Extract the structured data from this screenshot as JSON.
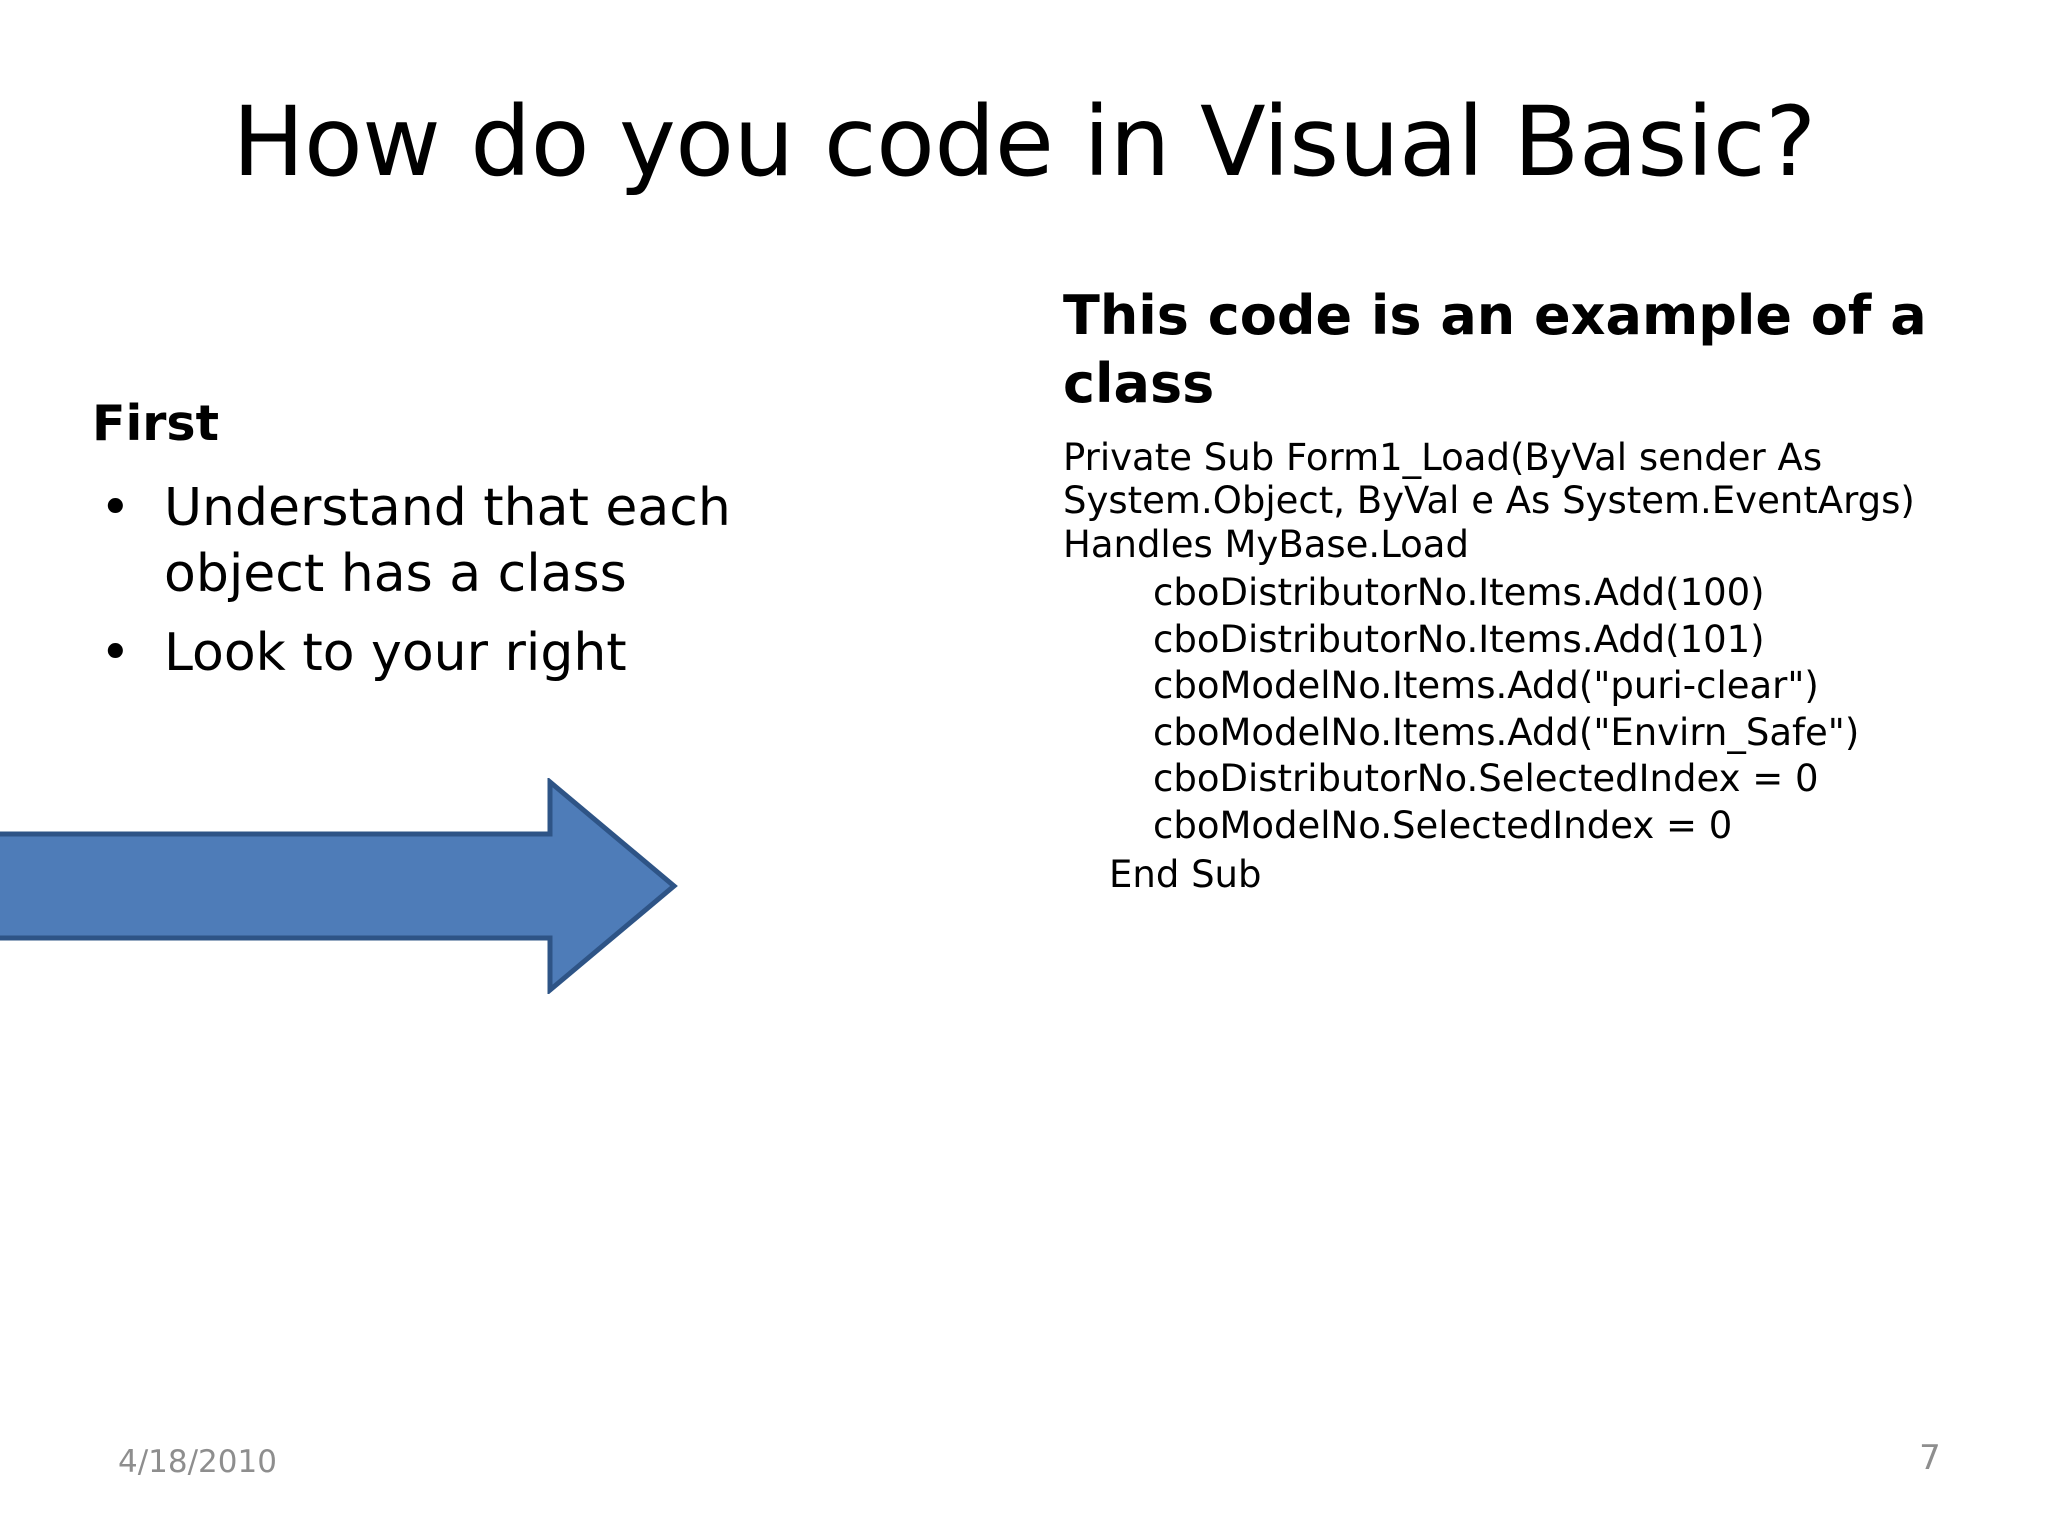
{
  "slide": {
    "title": "How do you code in Visual Basic?",
    "background_color": "#FFFFFF"
  },
  "left_column": {
    "heading": "First",
    "bullet_glyph": "•",
    "bullets": [
      "Understand that each object has a class",
      "Look to your right"
    ]
  },
  "arrow": {
    "name": "right-arrow",
    "direction": "right",
    "fill_color": "#4E7CB8",
    "border_color": "#2E5486"
  },
  "right_column": {
    "heading": "This code is an example of a class",
    "code": {
      "signature": "Private Sub Form1_Load(ByVal sender As System.Object, ByVal e As System.EventArgs) Handles MyBase.Load",
      "statements": [
        "cboDistributorNo.Items.Add(100)",
        "cboDistributorNo.Items.Add(101)",
        "cboModelNo.Items.Add(\"puri-clear\")",
        "cboModelNo.Items.Add(\"Envirn_Safe\")",
        "cboDistributorNo.SelectedIndex = 0",
        "cboModelNo.SelectedIndex = 0"
      ],
      "end": "End Sub"
    }
  },
  "footer": {
    "date": "4/18/2010",
    "page_number": "7",
    "text_color": "#8E8E8E"
  }
}
